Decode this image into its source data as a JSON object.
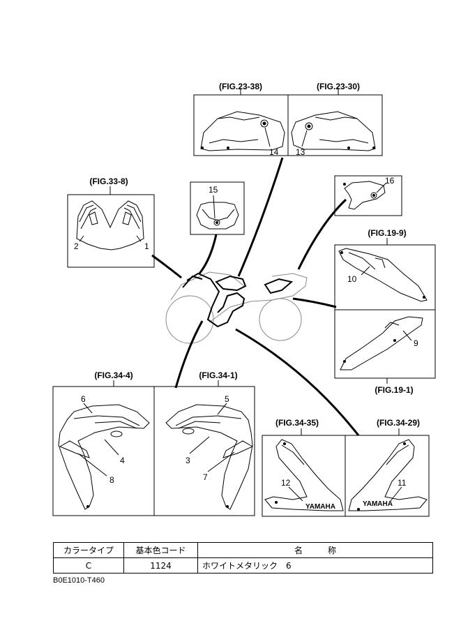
{
  "figure_refs": {
    "fig_23_38": "(FIG.23-38)",
    "fig_23_30": "(FIG.23-30)",
    "fig_33_8": "(FIG.33-8)",
    "fig_19_9": "(FIG.19-9)",
    "fig_19_1": "(FIG.19-1)",
    "fig_34_4": "(FIG.34-4)",
    "fig_34_1": "(FIG.34-1)",
    "fig_34_35": "(FIG.34-35)",
    "fig_34_29": "(FIG.34-29)"
  },
  "callouts": {
    "c1": "1",
    "c2": "2",
    "c3": "3",
    "c4": "4",
    "c5": "5",
    "c6": "6",
    "c7": "7",
    "c8": "8",
    "c9": "9",
    "c10": "10",
    "c11": "11",
    "c12": "12",
    "c13": "13",
    "c14": "14",
    "c15": "15",
    "c16": "16"
  },
  "decal_text": {
    "yamaha_left": "YAMAHA",
    "yamaha_right": "YAMAHA"
  },
  "color_table": {
    "headers": [
      "カラータイプ",
      "基本色コード",
      "名　　　称"
    ],
    "rows": [
      [
        "C",
        "1124",
        "ホワイトメタリック　6"
      ]
    ]
  },
  "doc_code": "B0E1010-T460"
}
